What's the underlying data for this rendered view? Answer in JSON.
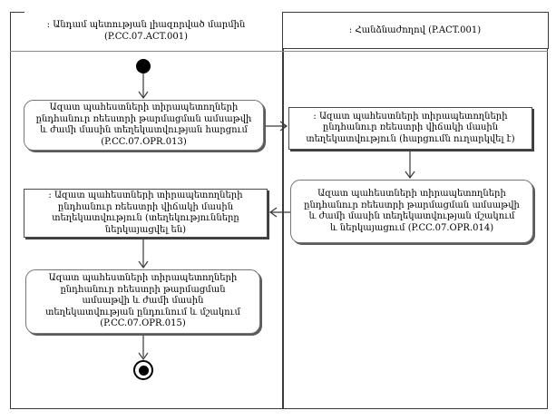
{
  "diagram_title": "Activity diagram with two swimlanes",
  "colors": {
    "background": "#ffffff",
    "line": "#3a3a3a",
    "action_border": "#757575",
    "object_border": "#4a4a4a",
    "shadow": "#4d4d4d",
    "text": "#000000"
  },
  "lanes": {
    "left": {
      "title_line1": ": Անդամ պետության լիազորված մարմին",
      "title_line2": "(P.CC.07.ACT.001)"
    },
    "right": {
      "title": ": Հանձնաժողով (P.ACT.001)"
    }
  },
  "nodes": {
    "request_info_action": "Ազատ պահեստների տիրապետողների ընդհանուր ռեեստրի թարմացման ամսաթվի և ժամի մասին տեղեկատվության հարցում (P.CC.07.OPR.013)",
    "request_sent_object": ": Ազատ պահեստների տիրապետողների ընդհանուր ռեեստրի վիճակի մասին տեղեկատվություն (հարցումն ուղարկվել է)",
    "process_submit_action": "Ազատ պահեստների տիրապետողների ընդհանուր ռեեստրի թարմացման ամսաթվի և ժամի մասին տեղեկատվության մշակում և ներկայացում (P.CC.07.OPR.014)",
    "info_submitted_object": ": Ազատ պահեստների տիրապետողների ընդհանուր ռեեստրի վիճակի մասին տեղեկատվություն (տեղեկությունները ներկայացվել են)",
    "receive_process_action": "Ազատ պահեստների տիրապետողների ընդհանուր ռեեստրի թարմացման ամսաթվի և ժամի մասին տեղեկատվության ընդունում և մշակում (P.CC.07.OPR.015)"
  }
}
